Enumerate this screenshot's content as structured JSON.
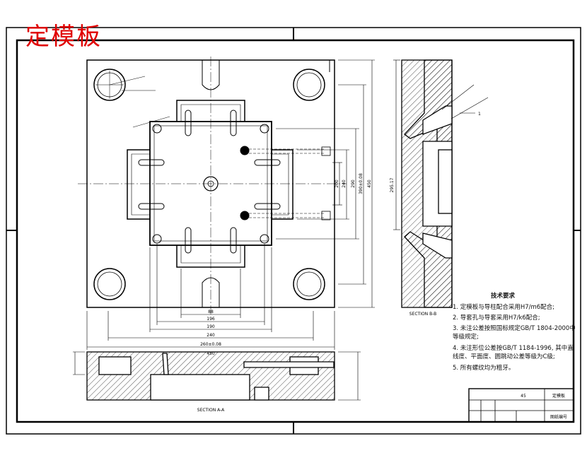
{
  "title": "定模板",
  "section_b": "SECTION B-B",
  "section_a": "SECTION A-A",
  "dims_bottom": [
    "88",
    "196",
    "190",
    "240",
    "260±0.08",
    "450"
  ],
  "dims_right": [
    "200",
    "240",
    "290",
    "390±0.08",
    "450"
  ],
  "dim_side": "295.17",
  "dim_angle": "1",
  "notes_title": "技术要求",
  "notes": [
    "1. 定模板与导柱配合采用H7/m6配合;",
    "2. 导套孔与导套采用H7/k6配合;",
    "3. 未注公差按照国标规定GB/T 1804-2000中",
    "   等级规定;",
    "4. 未注形位公差按GB/T 1184-1996, 其中直",
    "   线度、平面度、圆跳动公差等级为C级;",
    "5. 所有螺纹均为粗牙。"
  ],
  "titleblock": {
    "material": "45",
    "name": "定模板",
    "part": "图纸编号"
  }
}
